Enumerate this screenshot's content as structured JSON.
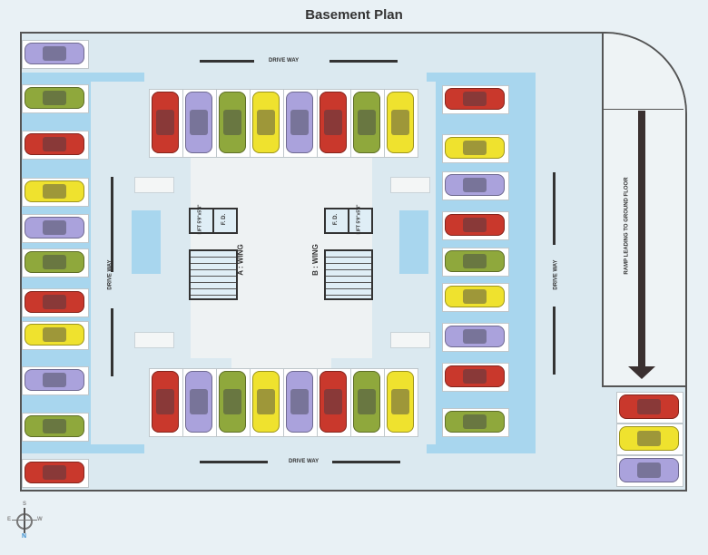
{
  "title": "Basement Plan",
  "labels": {
    "drive_way": "DRIVE WAY",
    "ramp": "RAMP LEADING TO GROUND FLOOR",
    "wing_a": "A : WING",
    "wing_b": "B : WING",
    "lift": "LIFT",
    "lift_size": "5'9\"x5'4\"",
    "fd": "F. D."
  },
  "compass": {
    "top": "S",
    "left": "E",
    "right": "W",
    "bottom": "N"
  },
  "colors": {
    "red": "#c9382c",
    "purple": "#aaa2dc",
    "green": "#8fa83c",
    "yellow": "#efe22e"
  },
  "parking": {
    "left_column": [
      "purple",
      "green",
      "red",
      "yellow",
      "purple",
      "green",
      "red",
      "yellow",
      "purple",
      "green",
      "red"
    ],
    "top_row": [
      "red",
      "purple",
      "green",
      "yellow",
      "purple",
      "red",
      "green",
      "yellow"
    ],
    "bottom_row": [
      "red",
      "purple",
      "green",
      "yellow",
      "purple",
      "red",
      "green",
      "yellow"
    ],
    "right_column": [
      "red",
      "yellow",
      "purple",
      "red",
      "green",
      "yellow",
      "purple",
      "red",
      "green"
    ],
    "ramp_side": [
      "red",
      "yellow",
      "purple"
    ]
  }
}
